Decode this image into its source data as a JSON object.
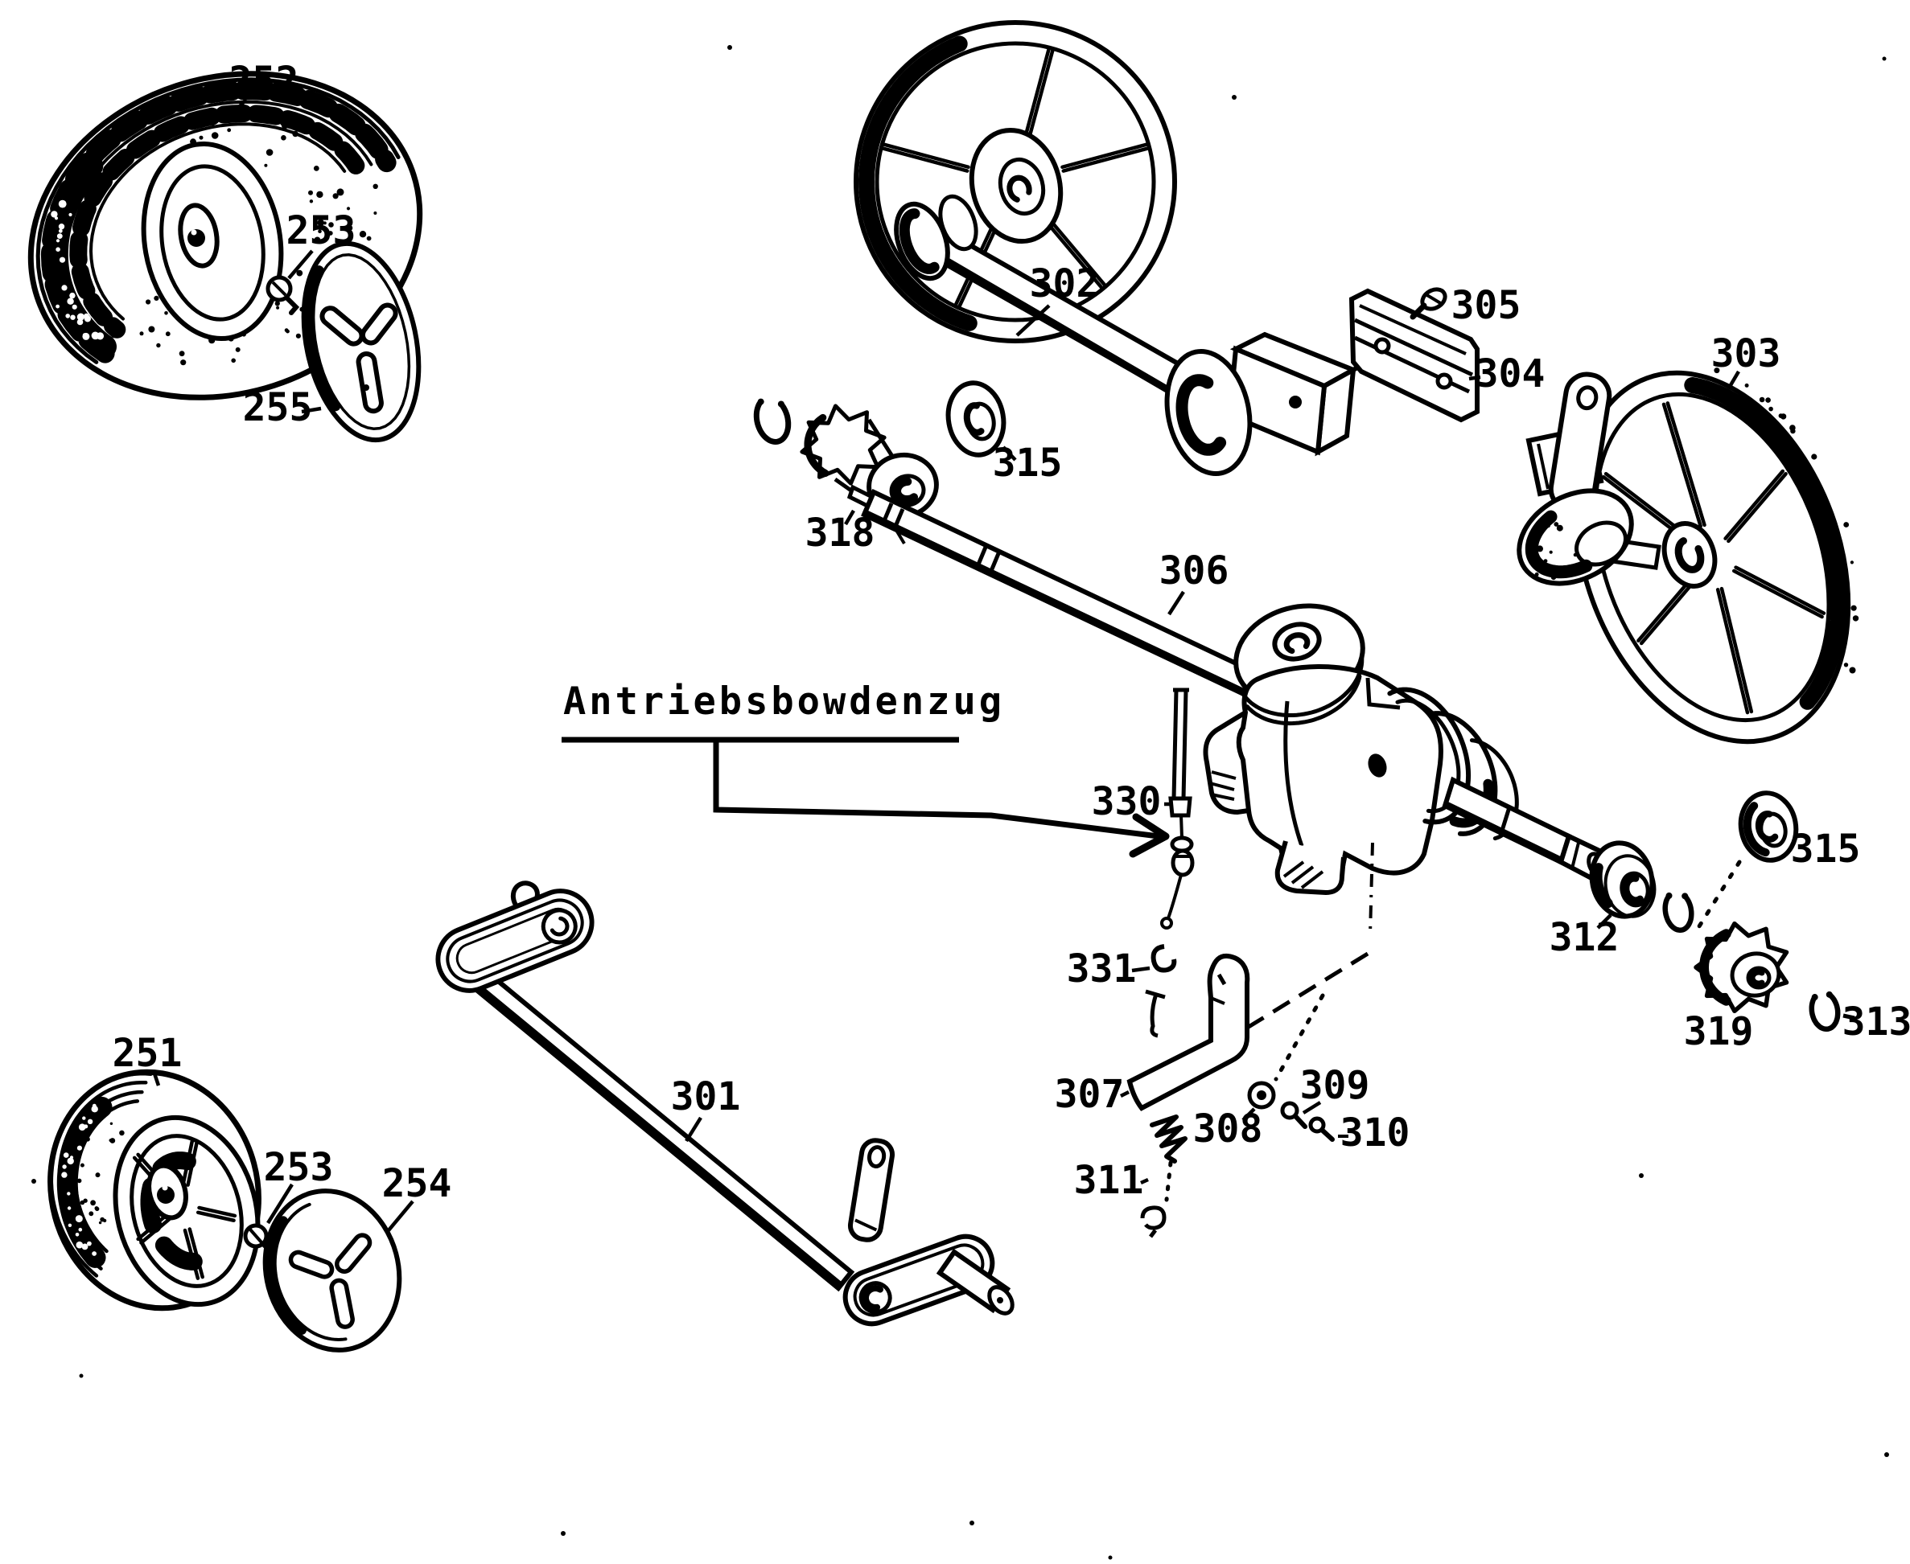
{
  "figure": {
    "type": "exploded-parts-diagram",
    "caption": "Antriebsbowdenzug",
    "background_color": "#ffffff",
    "ink_color": "#000000"
  },
  "labels": {
    "tire_front": "252",
    "hub_screw_front": "253",
    "hubcap_front": "255",
    "axle_rod": "301",
    "drive_wheel_left": "302",
    "drive_wheel_right": "303",
    "mounting_rail": "304",
    "rail_screw": "305",
    "drive_shaft": "306",
    "clutch_lever": "307",
    "lever_nut": "308",
    "lever_washer": "309",
    "lever_screw": "310",
    "spring": "311",
    "bearing": "312",
    "retaining_ring_right": "313",
    "washer_upper": "315",
    "washer_lower": "315",
    "pinion_gear": "318",
    "drive_sprocket": "319",
    "bowden_cable": "330",
    "cable_clip": "331",
    "tire_rear": "251",
    "hub_screw_rear": "253",
    "hubcap_rear": "254"
  }
}
